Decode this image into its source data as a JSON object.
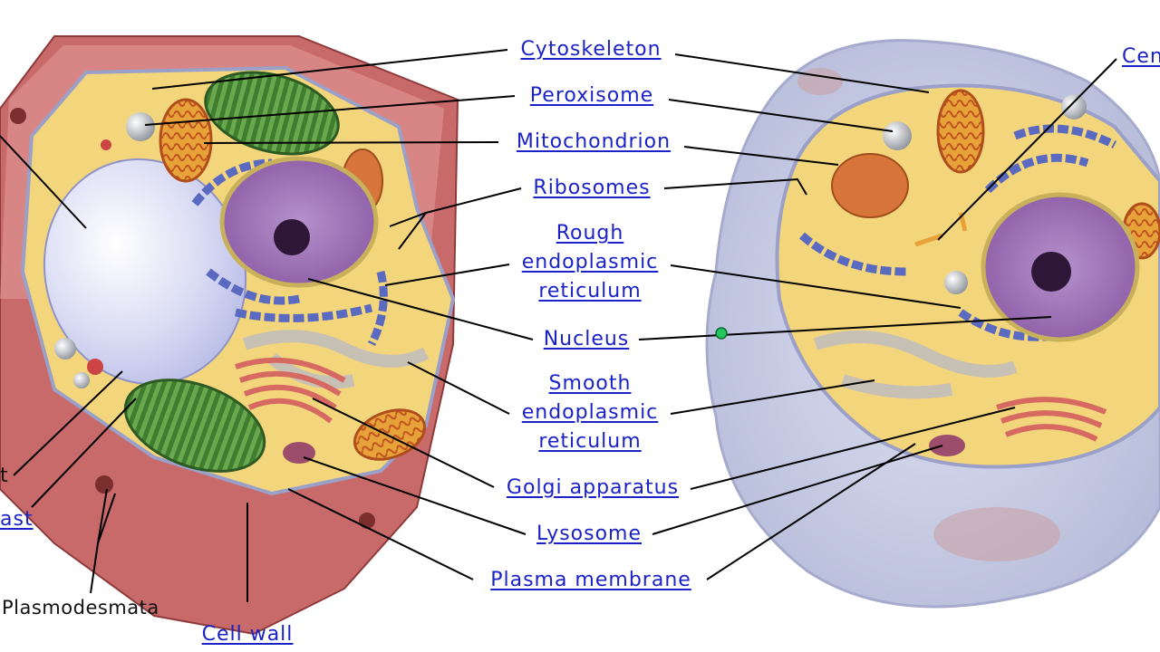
{
  "labels": {
    "cytoskeleton": "Cytoskeleton",
    "peroxisome": "Peroxisome",
    "mitochondrion": "Mitochondrion",
    "ribosomes": "Ribosomes",
    "rough_er": [
      "Rough",
      "endoplasmic",
      "reticulum"
    ],
    "nucleus": "Nucleus",
    "smooth_er": [
      "Smooth",
      "endoplasmic",
      "reticulum"
    ],
    "golgi": "Golgi apparatus",
    "lysosome": "Lysosome",
    "plasma_membrane": "Plasma membrane",
    "centrosome_partial": "Cen",
    "vacuole_partial": "t",
    "chloroplast_partial": "ast",
    "plasmodesmata": "Plasmodesmata",
    "cell_wall": "Cell wall"
  },
  "colors": {
    "link": "#1a22c8",
    "cell_wall": "#cd6a6a",
    "cytoplasm": "#f3d57c",
    "animal_membrane": "#c9cde6",
    "nucleus": "#9a6fb0",
    "chloroplast": "#4b8a3a",
    "mitochondrion": "#d86a2e",
    "er": "#5a6ac0",
    "golgi": "#d7706a",
    "vacuole": "#dde0f6"
  }
}
